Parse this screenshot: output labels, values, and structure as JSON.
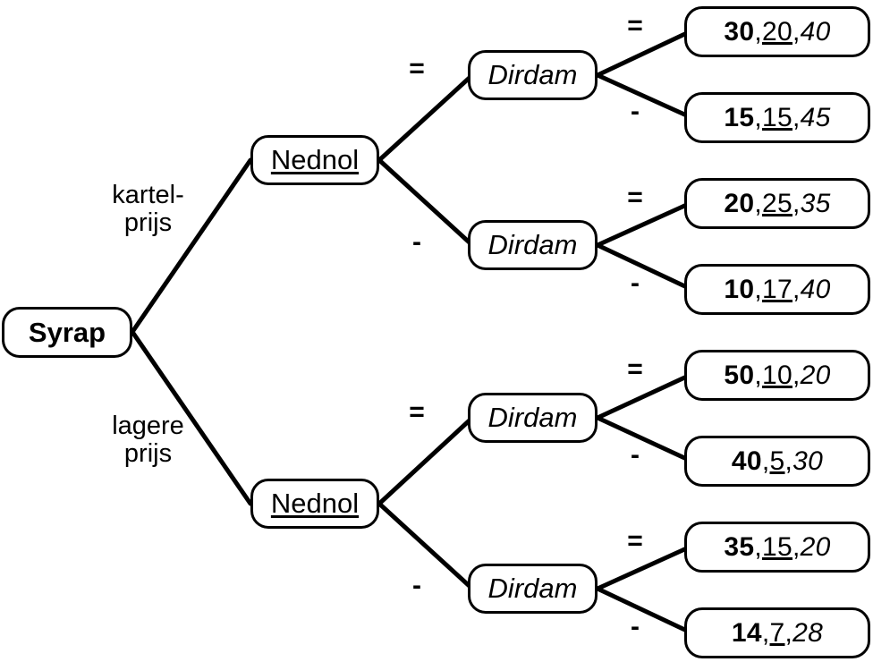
{
  "diagram": {
    "title": "Syrap game tree",
    "line_color": "#000000",
    "node_border_color": "#000000",
    "background": "#ffffff"
  },
  "players": {
    "p1": "Syrap",
    "p2": "Nednol",
    "p3": "Dirdam"
  },
  "root": {
    "label": "Syrap"
  },
  "root_branches": [
    {
      "label_line1": "kartel-",
      "label_line2": "prijs"
    },
    {
      "label_line1": "lagere",
      "label_line2": "prijs"
    }
  ],
  "decision_nodes": [
    {
      "label": "Nednol"
    },
    {
      "label": "Nednol"
    },
    {
      "label": "Dirdam"
    },
    {
      "label": "Dirdam"
    },
    {
      "label": "Dirdam"
    },
    {
      "label": "Dirdam"
    }
  ],
  "edge_labels": {
    "equal": "=",
    "minus": "-"
  },
  "payoffs": [
    {
      "a": "30",
      "b": "20",
      "c": "40",
      "sep1": ", ",
      "sep2": ", "
    },
    {
      "a": "15",
      "b": "15",
      "c": "45",
      "sep1": ", ",
      "sep2": ", "
    },
    {
      "a": "20",
      "b": "25",
      "c": "35",
      "sep1": ", ",
      "sep2": ", "
    },
    {
      "a": "10",
      "b": "17",
      "c": "40",
      "sep1": ", ",
      "sep2": ", "
    },
    {
      "a": "50",
      "b": "10",
      "c": "20",
      "sep1": ", ",
      "sep2": ", "
    },
    {
      "a": "40",
      "b": "5",
      "c": "30",
      "sep1": ", ",
      "sep2": ", "
    },
    {
      "a": "35",
      "b": "15",
      "c": "20",
      "sep1": ", ",
      "sep2": ", "
    },
    {
      "a": "14",
      "b": "7",
      "c": "28",
      "sep1": ", ",
      "sep2": ", "
    }
  ]
}
